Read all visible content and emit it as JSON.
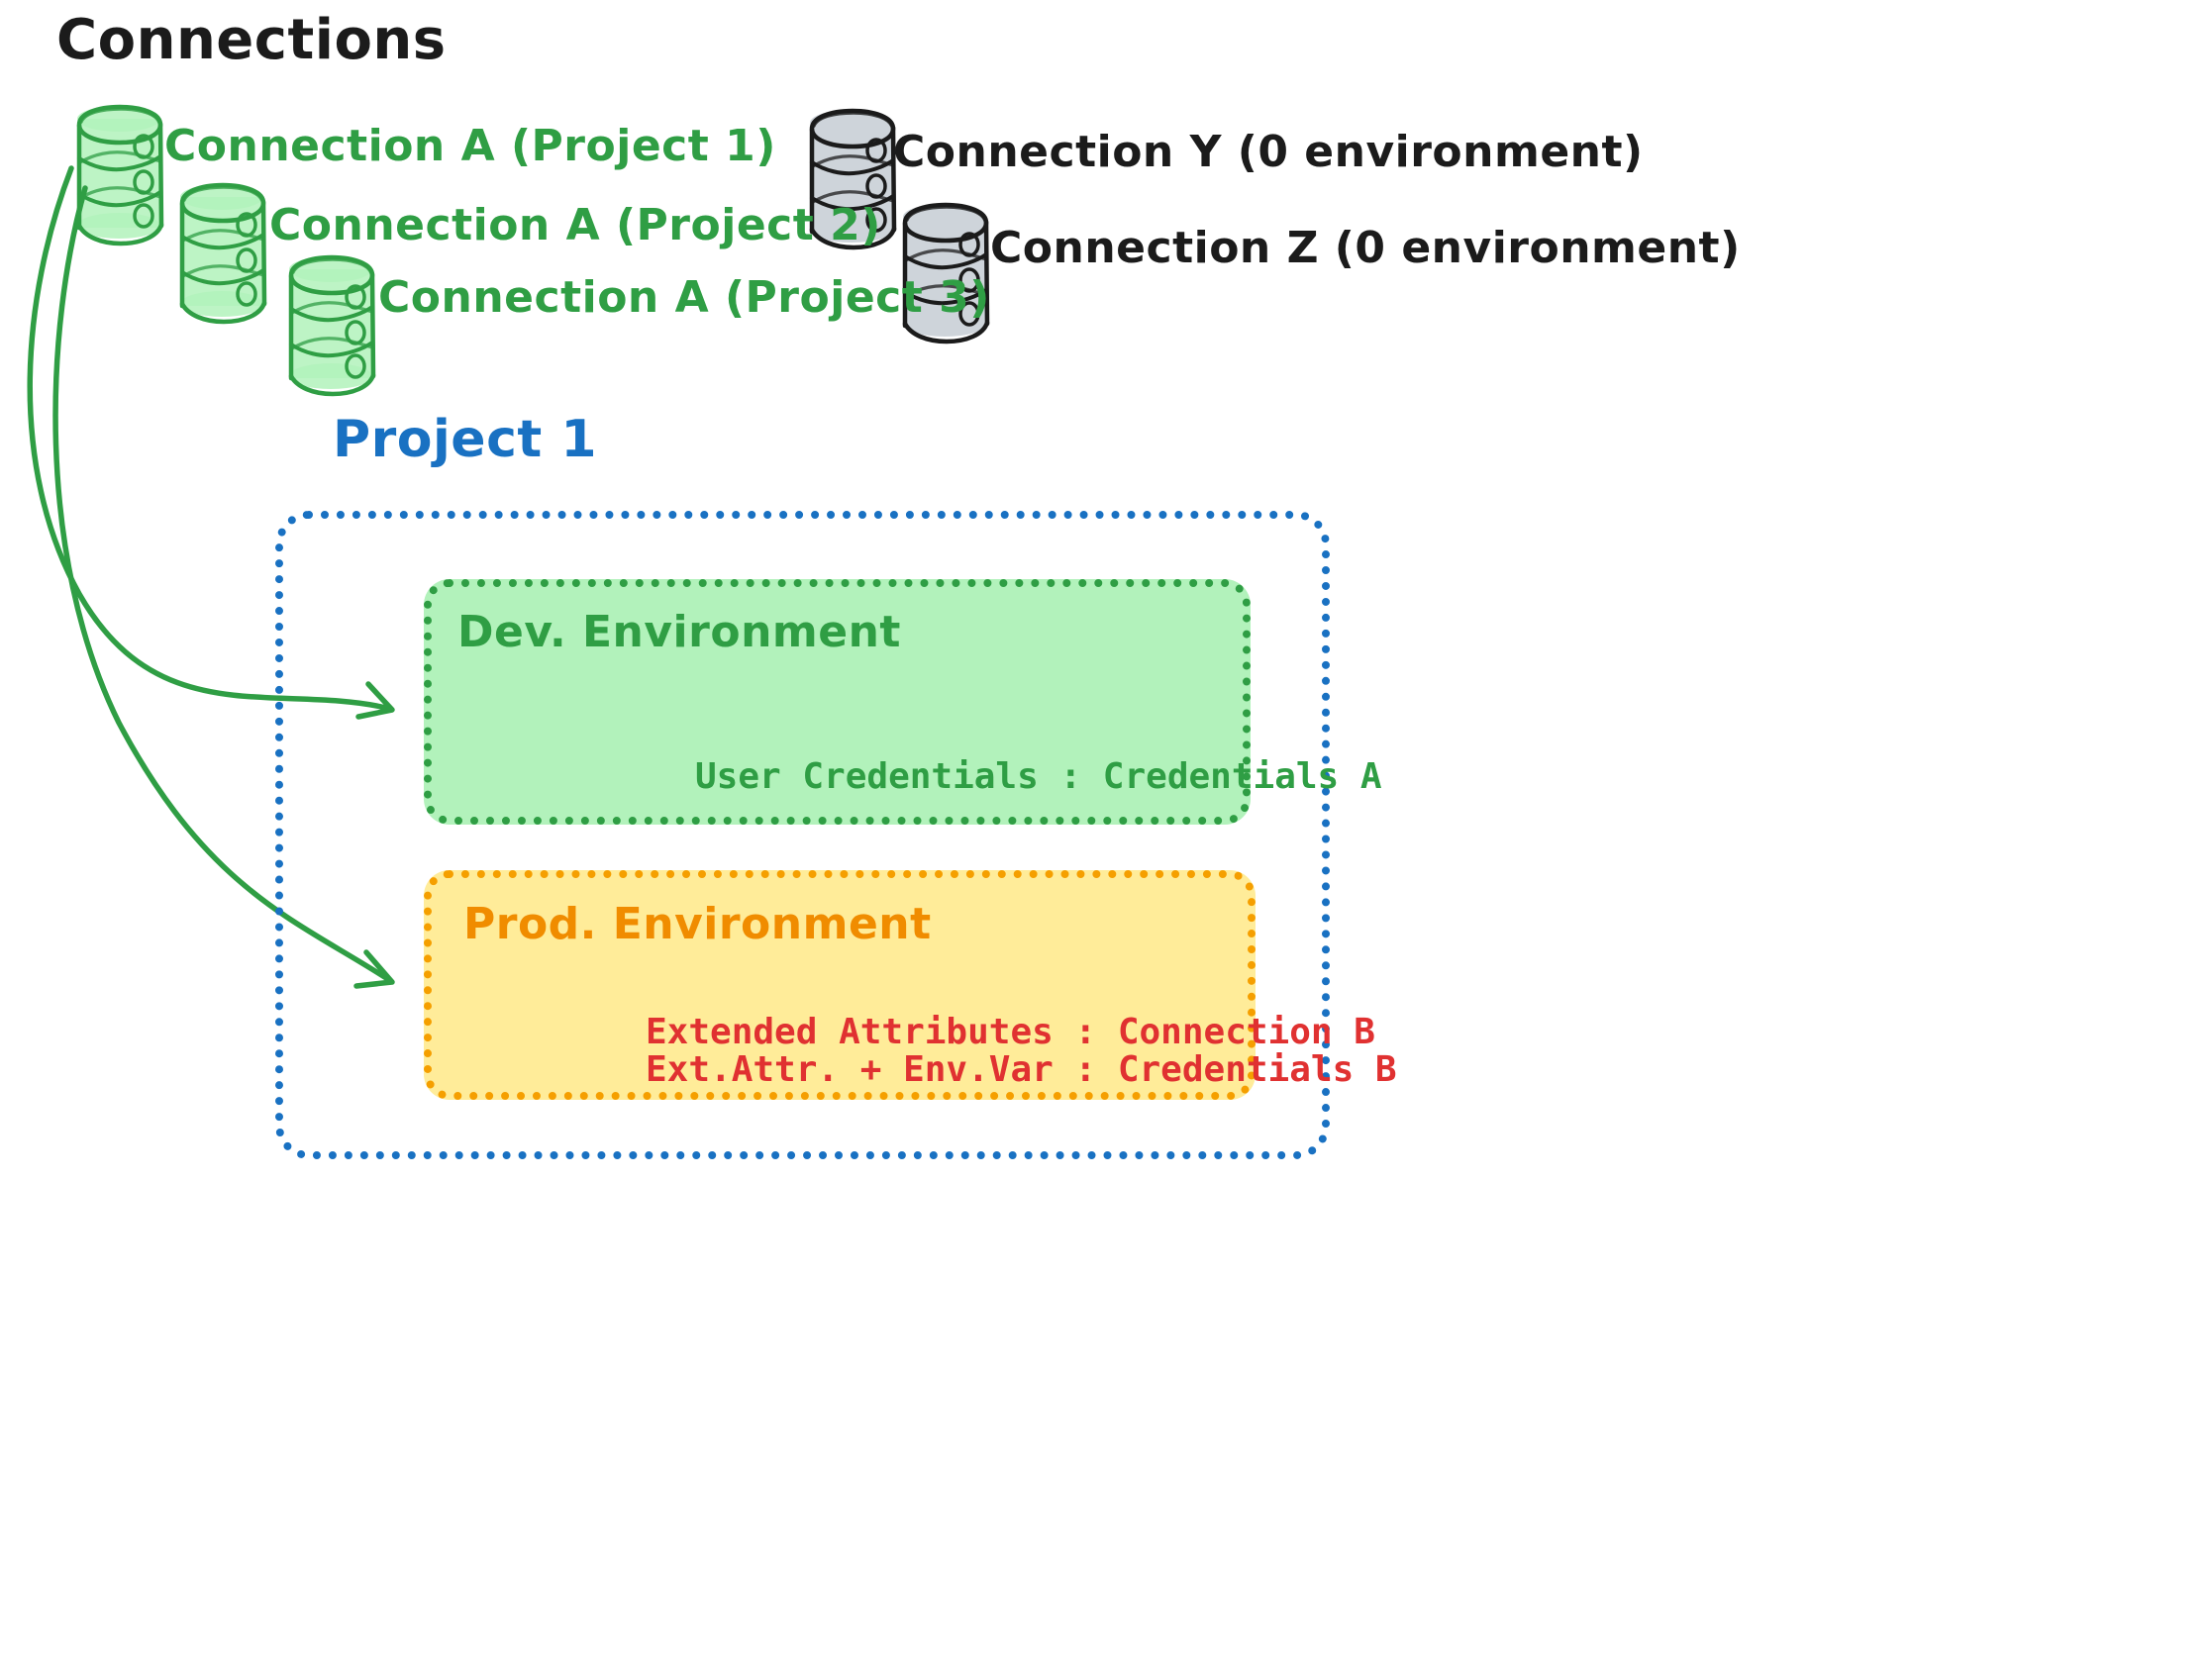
{
  "heading": "Connections",
  "connections": {
    "green": [
      {
        "label": "Connection A (Project 1)",
        "icon": "database-cylinder-icon",
        "color": "#2f9e44"
      },
      {
        "label": "Connection A (Project 2)",
        "icon": "database-cylinder-icon",
        "color": "#2f9e44"
      },
      {
        "label": "Connection A (Project 3)",
        "icon": "database-cylinder-icon",
        "color": "#2f9e44"
      }
    ],
    "grey": [
      {
        "label": "Connection Y (0 environment)",
        "icon": "database-cylinder-icon",
        "color": "#1b1b1b"
      },
      {
        "label": "Connection Z (0 environment)",
        "icon": "database-cylinder-icon",
        "color": "#1b1b1b"
      }
    ]
  },
  "project": {
    "title": "Project 1",
    "title_color": "#1971c2",
    "border_color": "#1971c2",
    "environments": [
      {
        "name": "Dev. Environment",
        "border_color": "#2f9e44",
        "fill_color": "#b2f2bb",
        "text_color": "#2f9e44",
        "entries": [
          "User Credentials : Credentials A"
        ],
        "entry_color": "#2f9e44"
      },
      {
        "name": "Prod. Environment",
        "border_color": "#f59f00",
        "fill_color": "#ffec99",
        "text_color": "#f08c00",
        "entries": [
          "Extended Attributes : Connection B",
          "Ext.Attr. + Env.Var : Credentials B"
        ],
        "entry_color": "#e03131"
      }
    ]
  },
  "arrows": [
    {
      "name": "arrow-connection-a-to-dev",
      "color": "#2f9e44"
    },
    {
      "name": "arrow-connection-a-to-prod",
      "color": "#2f9e44"
    }
  ],
  "palette": {
    "green_stroke": "#2f9e44",
    "green_fill": "#b2f2bb",
    "grey_stroke": "#1b1b1b",
    "grey_fill": "#ced4da",
    "blue": "#1971c2",
    "orange": "#f59f00",
    "orange_text": "#f08c00",
    "red": "#e03131",
    "background": "#ffffff"
  }
}
